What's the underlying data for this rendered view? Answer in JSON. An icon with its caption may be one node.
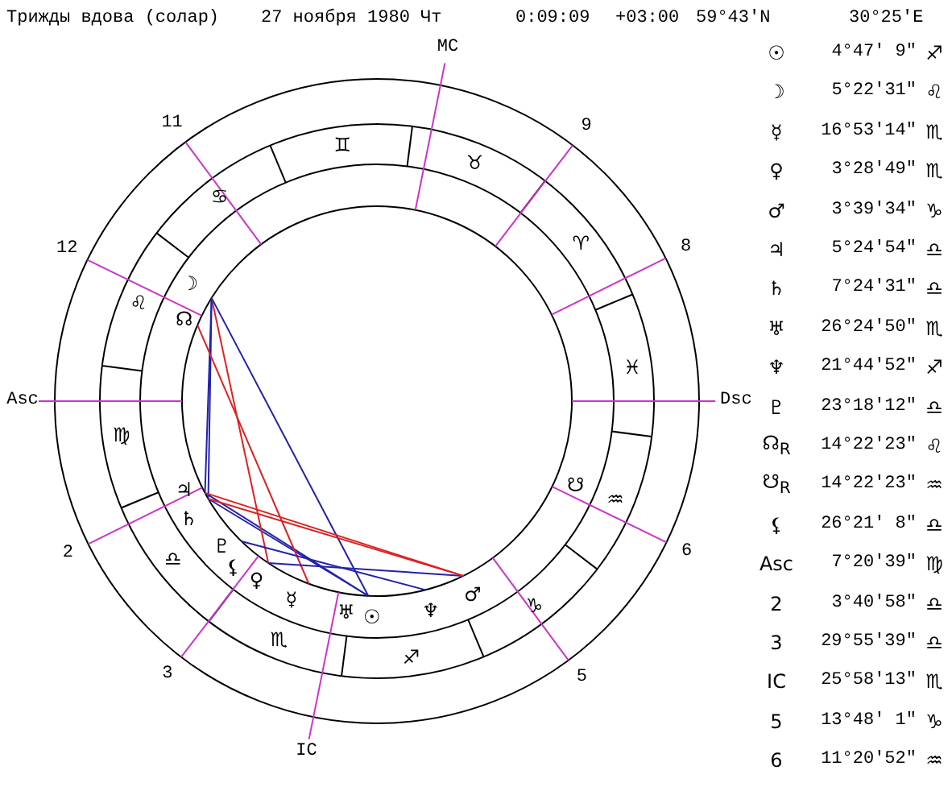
{
  "diagram": {
    "title": "Трижды вдова (солар)",
    "labels": [
      "27 ноября 1980 Чт",
      "0:09:09",
      "+03:00",
      "59°43'N",
      "30°25'E",
      "MC",
      "11",
      "♊",
      "9",
      "♉",
      "♋",
      "12",
      "♈",
      "8",
      "♌",
      "☽",
      "☊",
      "♓",
      "Asc",
      "Dsc",
      "♍",
      "♃",
      "♄",
      "☋",
      "♒",
      "2",
      "♎",
      "♇",
      "⚸",
      "6",
      "♀",
      "☿",
      "♅",
      "☉",
      "♆",
      "♂",
      "♑",
      "♏",
      "3",
      "♐",
      "5",
      "IC",
      "☉",
      "4°47' 9\"",
      "♐",
      "☽",
      "5°22'31\"",
      "♌",
      "☿",
      "16°53'14\"",
      "♏",
      "♀",
      "3°28'49\"",
      "♏",
      "♂",
      "3°39'34\"",
      "♑",
      "♃",
      "5°24'54\"",
      "♎",
      "♄",
      "7°24'31\"",
      "♎",
      "♅",
      "26°24'50\"",
      "♏",
      "♆",
      "21°44'52\"",
      "♐",
      "♇",
      "23°18'12\"",
      "♎",
      "☊$_{R}$",
      "14°22'23\"",
      "♌",
      "☋$_{R}$",
      "14°22'23\"",
      "♒",
      "⚸",
      "26°21' 8\"",
      "♎",
      "Asc",
      "7°20'39\"",
      "♍",
      "2",
      "3°40'58\"",
      "♎",
      "3",
      "29°55'39\"",
      "♎",
      "IC",
      "25°58'13\"",
      "♏",
      "5",
      "13°48' 1\"",
      "♑",
      "6",
      "11°20'52\"",
      "♒"
    ]
  }
}
